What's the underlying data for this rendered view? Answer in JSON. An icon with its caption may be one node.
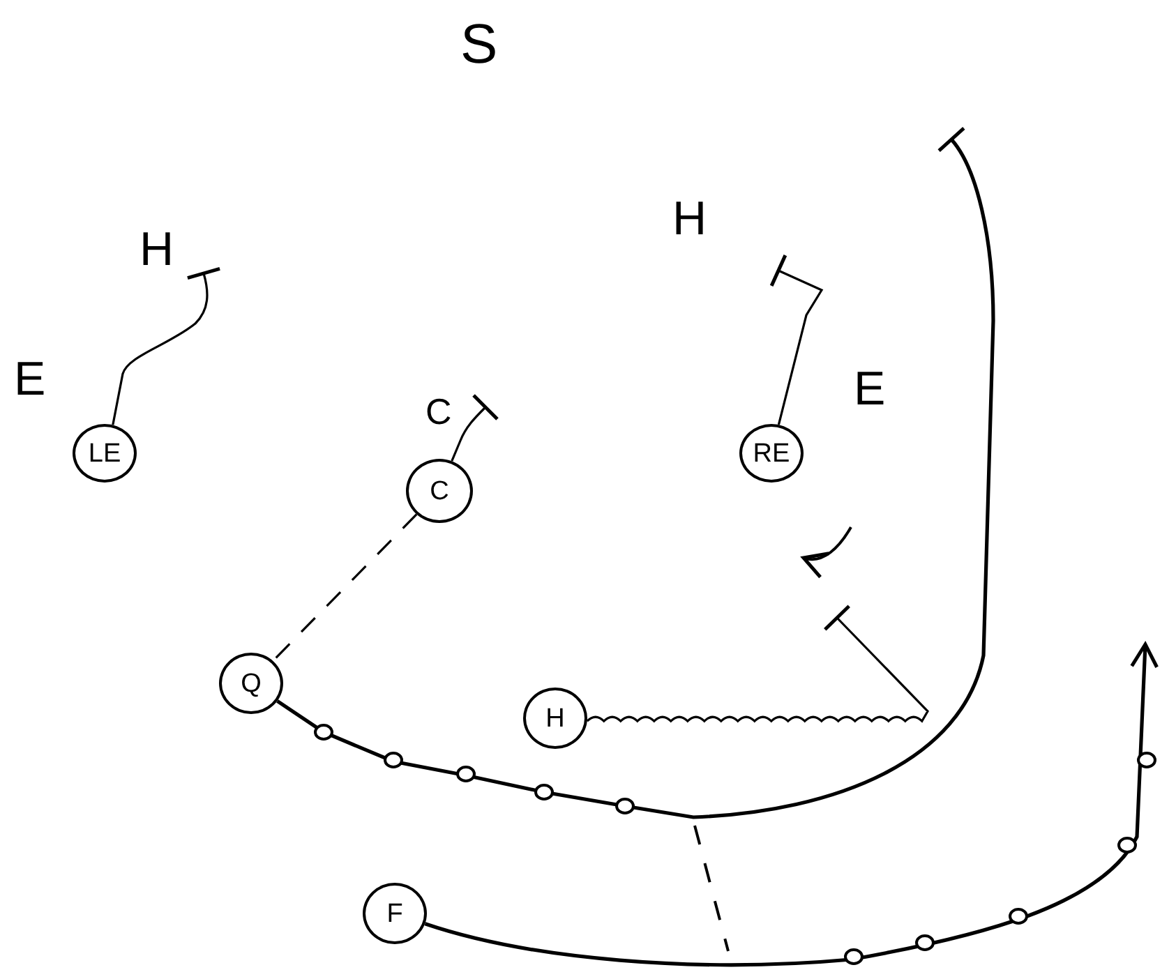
{
  "diagram": {
    "nodes": [
      {
        "text": [
          "LE"
        ]
      },
      {
        "text": [
          "C"
        ]
      },
      {
        "text": [
          "RE"
        ]
      },
      {
        "text": [
          "Q"
        ]
      },
      {
        "text": [
          "H"
        ]
      },
      {
        "text": [
          "F"
        ]
      }
    ],
    "edges": [
      {
        "from": 0,
        "to": null,
        "arrow": "other"
      },
      {
        "from": 1,
        "to": null,
        "arrow": "other"
      },
      {
        "from": 2,
        "to": null,
        "arrow": "other"
      },
      {
        "from": 1,
        "to": 3,
        "arrow": "none",
        "style": "dashed"
      },
      {
        "from": 4,
        "to": null,
        "arrow": "other"
      },
      {
        "from": 3,
        "to": null,
        "arrow": "other"
      },
      {
        "from": 5,
        "to": null,
        "arrow": "to"
      }
    ],
    "labels": [
      "S",
      "H",
      "H",
      "E",
      "E",
      "C"
    ]
  }
}
